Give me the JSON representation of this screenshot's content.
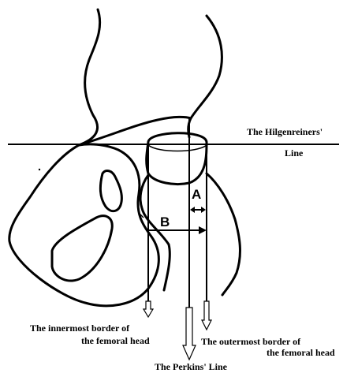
{
  "labels": {
    "hilgenreiner_line_1": "The Hilgenreiners'",
    "hilgenreiner_line_2": "Line",
    "segment_a": "A",
    "segment_b": "B",
    "innermost_1": "The innermost border of",
    "innermost_2": "the femoral head",
    "outermost_1": "The outermost border of",
    "outermost_2": "the femoral head",
    "perkins": "The Perkins' Line"
  }
}
